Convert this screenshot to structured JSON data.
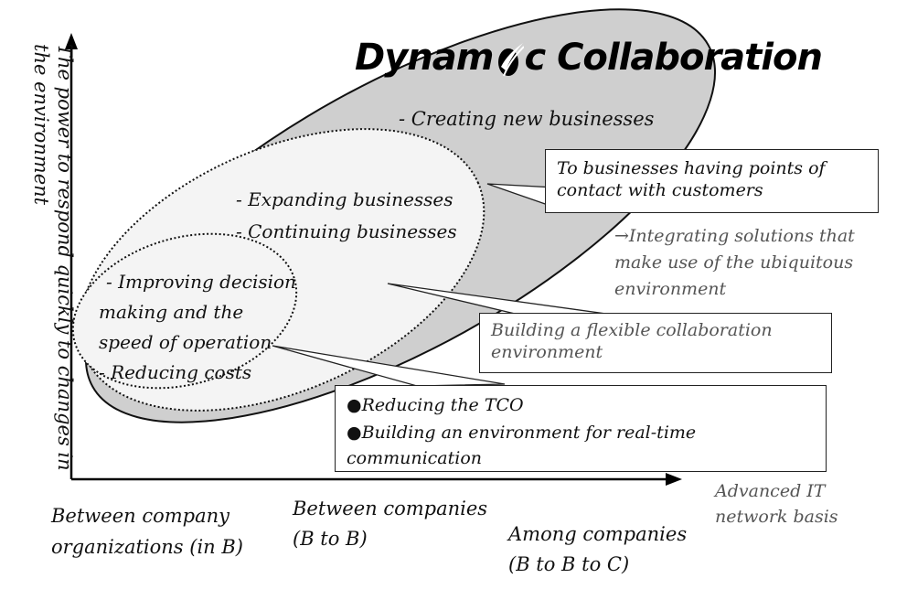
{
  "title": {
    "part1": "Dynam",
    "part2": "c Collaboration",
    "logo_mark_icon": "ic-swoosh-logo"
  },
  "y_axis": {
    "line1": "The power to respond quickly to changes in",
    "line2": "the environment"
  },
  "x_axis": {
    "corner_label": [
      "Advanced IT",
      "network basis"
    ],
    "stage1": [
      "Between company",
      "organizations (in B)"
    ],
    "stage2": [
      "Between companies",
      "(B to B)"
    ],
    "stage3": [
      "Among companies",
      "(B to B to C)"
    ]
  },
  "ellipses": {
    "outer": [
      "- Creating new businesses"
    ],
    "middle": [
      "- Expanding businesses",
      "- Continuing businesses"
    ],
    "inner": [
      "- Improving decision",
      "making and the",
      "speed of operation",
      "- Reducing costs"
    ]
  },
  "callouts": {
    "customers": [
      "To businesses having points of",
      "contact with customers"
    ],
    "integrating": [
      "→Integrating solutions that",
      "make use of the ubiquitous",
      "environment"
    ],
    "flexible": [
      "Building a flexible collaboration",
      "environment"
    ],
    "tco": [
      "●Reducing the TCO",
      "●Building an environment for real-time",
      "communication"
    ]
  },
  "colors": {
    "outer_fill": "#cfcfcf",
    "inner_fill": "#f4f4f4",
    "stroke": "#111111",
    "gray_text": "#555555"
  }
}
